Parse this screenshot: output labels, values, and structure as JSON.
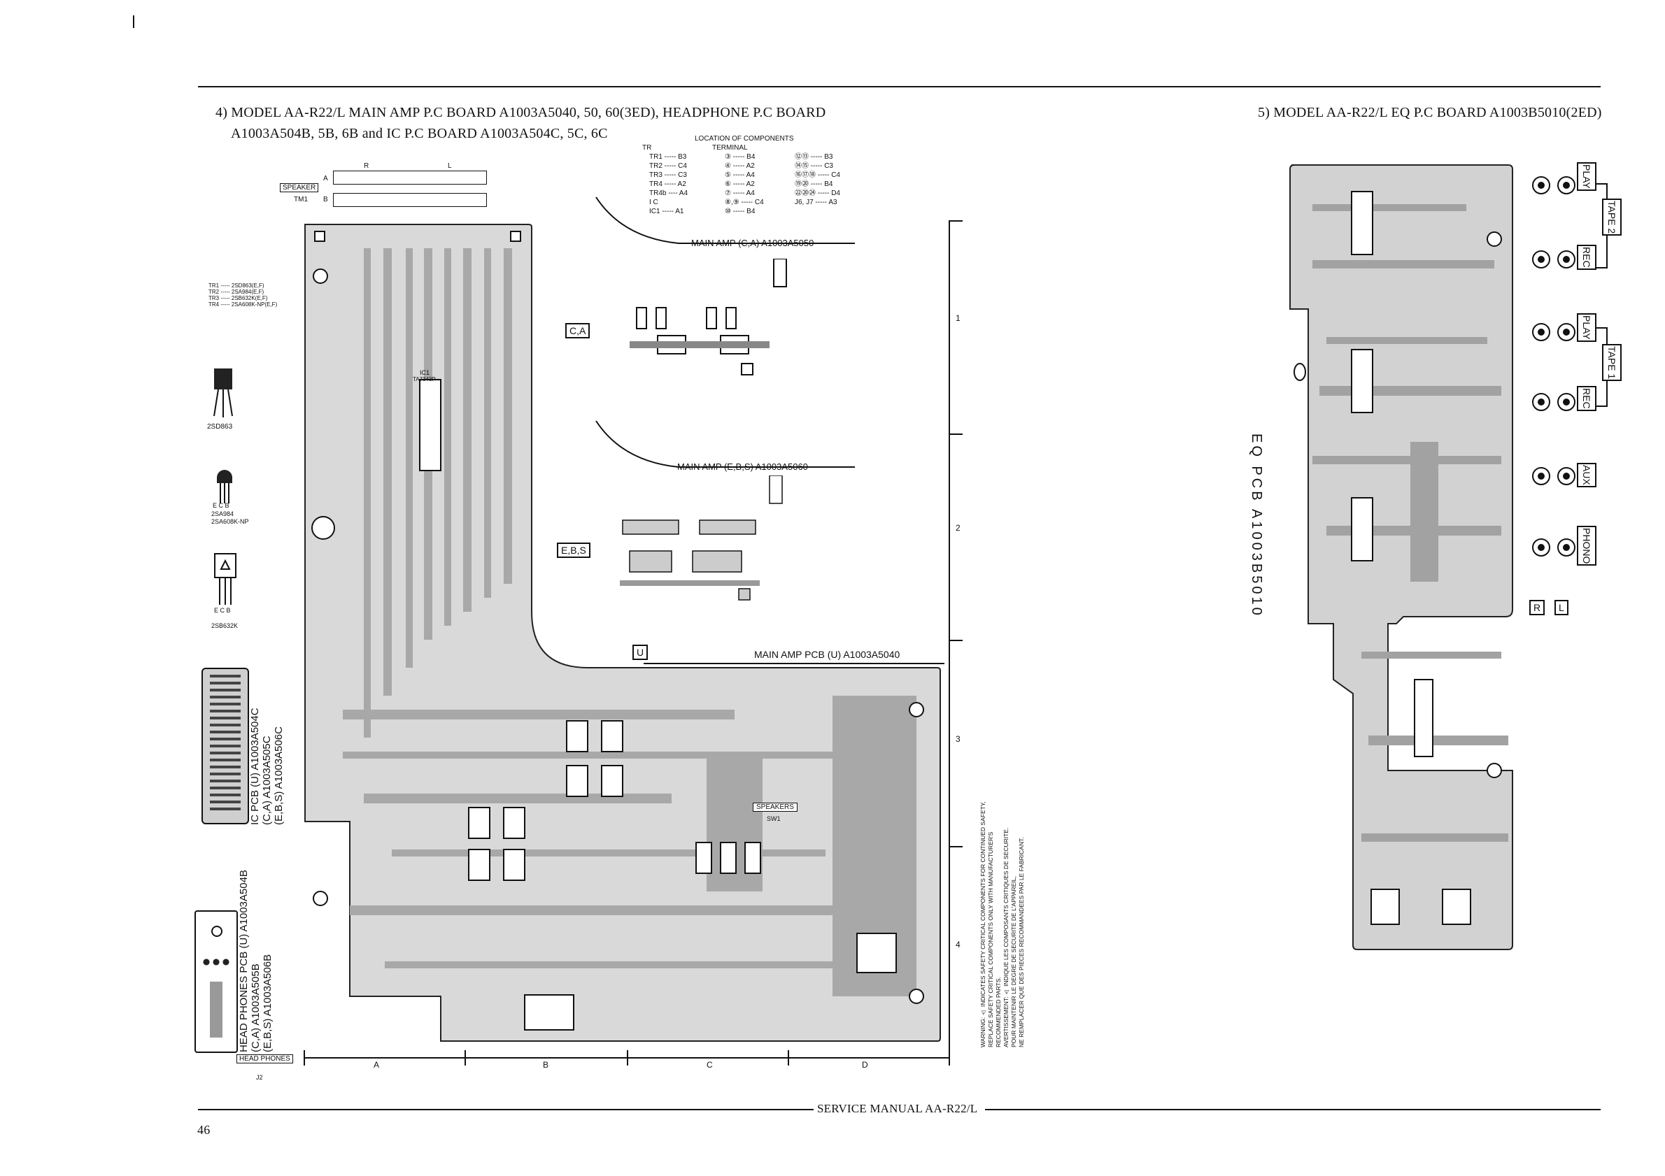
{
  "page": {
    "left_title_line1": "4) MODEL AA-R22/L MAIN AMP P.C BOARD A1003A5040, 50, 60(3ED), HEADPHONE P.C BOARD",
    "left_title_line2": "A1003A504B, 5B, 6B and IC P.C BOARD A1003A504C, 5C, 6C",
    "right_title": "5) MODEL AA-R22/L EQ P.C BOARD A1003B5010(2ED)",
    "footer_label": "SERVICE MANUAL AA-R22/L",
    "page_number": "46"
  },
  "location_table": {
    "heading": "LOCATION OF COMPONENTS",
    "col_tr": "TR",
    "col_terminal": "TERMINAL",
    "tr_rows": [
      "TR1 ----- B3",
      "TR2 ----- C4",
      "TR3 ----- C3",
      "TR4 ----- A2",
      "TR4b ---- A4",
      "I C",
      "IC1 ----- A1"
    ],
    "terminal_rows": [
      "③ ----- B4",
      "④ ----- A2",
      "⑤ ----- A4",
      "⑥ ----- A2",
      "⑦ ----- A4",
      "⑧,⑨ ----- C4",
      "⑩ ----- B4"
    ],
    "terminal_rows2": [
      "⑫⑬ ----- B3",
      "⑭⑮ ----- C3",
      "⑯⑰⑱ ----- C4",
      "⑲⑳ ----- B4",
      "㉒⑳㉔ ----- D4",
      "J6, J7 ----- A3"
    ]
  },
  "speaker": {
    "label": "SPEAKER",
    "tm": "TM1",
    "row_a": "A",
    "row_b": "B",
    "r": "R",
    "l": "L"
  },
  "transistors": {
    "list": [
      "TR1 ----- 2SD863(E,F)",
      "TR2 ----- 2SA984(E,F)",
      "TR3 ----- 2SB632K(E,F)",
      "TR4 ----- 2SA608K-NP(E,F)"
    ],
    "t1": "2SD863",
    "t2_pins": "E C B",
    "t2a": "2SA984",
    "t2b": "2SA608K-NP",
    "t3_pins": "E C B",
    "t3": "2SB632K"
  },
  "sub_boards": {
    "ca_title": "MAIN AMP (C,A) A1003A5050",
    "ca_box": "C,A",
    "ebs_title": "MAIN AMP (E,B,S) A1003A5060",
    "ebs_box": "E,B,S",
    "u_title": "MAIN AMP PCB (U) A1003A5040",
    "u_box": "U",
    "speakers_sw": "SPEAKERS",
    "sw1": "SW1"
  },
  "ic_pcb": {
    "line1": "IC PCB (U) A1003A504C",
    "line2": "(C,A) A1003A505C",
    "line3": "(E,B,S) A1003A506C",
    "chip": "IC1",
    "chip_part": "TA7343P"
  },
  "headphones_pcb": {
    "line1": "HEAD PHONES PCB (U) A1003A504B",
    "line2": "(C,A) A1003A505B",
    "line3": "(E,B,S) A1003A506B",
    "jack_label": "HEAD PHONES",
    "j2": "J2"
  },
  "grid": {
    "columns": [
      "A",
      "B",
      "C",
      "D"
    ],
    "rows": [
      "1",
      "2",
      "3",
      "4"
    ]
  },
  "warning": {
    "lines": [
      "WARNING: ⚠ INDICATES SAFETY CRITICAL COMPONENTS FOR CONTINUED SAFETY,",
      "REPLACE SAFETY CRITICAL COMPONENTS ONLY WITH MANUFACTURER'S",
      "RECOMMENDED PARTS.",
      "AVERTISSEMENT: ⚠ INDIQUE LES COMPOSANTS CRITIQUES DE SECURITE.",
      "POUR MAINTENIR LE DEGRE DE SECURITE DE L'APPAREIL,",
      "NE REMPLACER QUE DES PIECES RECOMMANDEES PAR LE FABRICANT."
    ]
  },
  "eq_board": {
    "vertical_label": "EQ PCB A1003B5010",
    "jacks": [
      "PLAY",
      "REC",
      "PLAY",
      "REC",
      "AUX",
      "PHONO"
    ],
    "tape2": "TAPE 2",
    "tape1": "TAPE 1",
    "r": "R",
    "l": "L"
  }
}
